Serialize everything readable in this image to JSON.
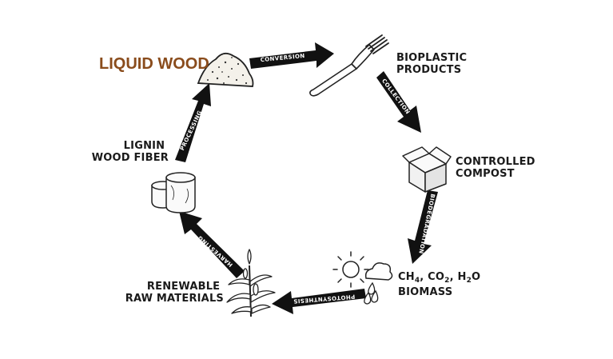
{
  "nodes": {
    "liquid_wood": "LIQUID WOOD",
    "bioplastic_line1": "BIOPLASTIC",
    "bioplastic_line2": "PRODUCTS",
    "compost_line1": "CONTROLLED",
    "compost_line2": "COMPOST",
    "emissions_ch": "CH",
    "emissions_ch_sub": "4",
    "emissions_co": ", CO",
    "emissions_co_sub": "2",
    "emissions_h": ", H",
    "emissions_h_sub": "2",
    "emissions_o": "O",
    "biomass": "BIOMASS",
    "renewable_line1": "RENEWABLE",
    "renewable_line2": "RAW MATERIALS",
    "lignin_line1": "LIGNIN",
    "lignin_line2": "WOOD FIBER"
  },
  "arrows": {
    "conversion": "CONVERSION",
    "collection": "COLLECTION",
    "biodegradation": "BIODEGRADATION",
    "photosynthesis": "PHOTOSYNTHESIS",
    "harvesting": "HARVESTING",
    "processing": "PROCESSING"
  },
  "colors": {
    "brand": "#8a4c1c",
    "arrow": "#111111"
  },
  "icons": [
    "sawdust-pile-icon",
    "fork-icon",
    "cardboard-box-icon",
    "sun-icon",
    "cloud-icon",
    "water-drops-icon",
    "corn-plant-icon",
    "fiber-bales-icon"
  ]
}
